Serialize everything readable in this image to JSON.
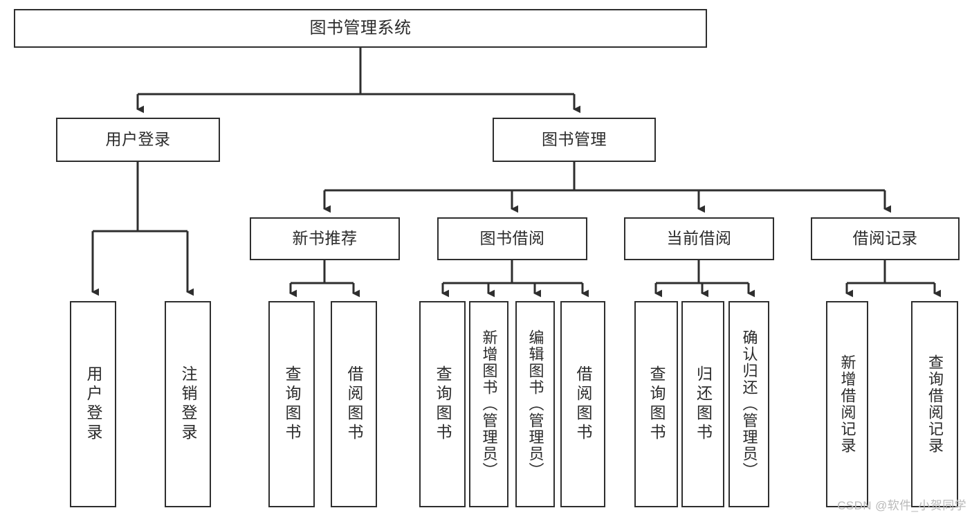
{
  "diagram": {
    "type": "hierarchy-tree",
    "title": "图书管理系统",
    "colors": {
      "background": "#ffffff",
      "box_border": "#2e2e2e",
      "box_fill": "#ffffff",
      "text": "#2b2b2b",
      "connector": "#2e2e2e",
      "watermark": "#b9b9b9"
    },
    "levels": [
      {
        "level": 0,
        "nodes": [
          {
            "id": "root",
            "label": "图书管理系统",
            "orientation": "horizontal"
          }
        ]
      },
      {
        "level": 1,
        "nodes": [
          {
            "id": "user-login",
            "label": "用户登录",
            "orientation": "horizontal"
          },
          {
            "id": "book-manage",
            "label": "图书管理",
            "orientation": "horizontal"
          }
        ]
      },
      {
        "level": 2,
        "nodes": [
          {
            "id": "new-book-rec",
            "label": "新书推荐",
            "orientation": "horizontal"
          },
          {
            "id": "book-borrow",
            "label": "图书借阅",
            "orientation": "horizontal"
          },
          {
            "id": "current-borrow",
            "label": "当前借阅",
            "orientation": "horizontal"
          },
          {
            "id": "borrow-record",
            "label": "借阅记录",
            "orientation": "horizontal"
          }
        ]
      },
      {
        "level": 3,
        "nodes": [
          {
            "id": "leaf-user-login",
            "label": "用户登录",
            "orientation": "vertical",
            "parent": "user-login"
          },
          {
            "id": "leaf-user-logout",
            "label": "注销登录",
            "orientation": "vertical",
            "parent": "user-login"
          },
          {
            "id": "leaf-query-book-1",
            "label": "查询图书",
            "orientation": "vertical",
            "parent": "new-book-rec"
          },
          {
            "id": "leaf-borrow-book-1",
            "label": "借阅图书",
            "orientation": "vertical",
            "parent": "new-book-rec"
          },
          {
            "id": "leaf-query-book-2",
            "label": "查询图书",
            "orientation": "vertical",
            "parent": "book-borrow"
          },
          {
            "id": "leaf-add-book",
            "label": "新增图书（管理员）",
            "orientation": "vertical",
            "parent": "book-borrow"
          },
          {
            "id": "leaf-edit-book",
            "label": "编辑图书（管理员）",
            "orientation": "vertical",
            "parent": "book-borrow"
          },
          {
            "id": "leaf-borrow-book-2",
            "label": "借阅图书",
            "orientation": "vertical",
            "parent": "book-borrow"
          },
          {
            "id": "leaf-query-book-3",
            "label": "查询图书",
            "orientation": "vertical",
            "parent": "current-borrow"
          },
          {
            "id": "leaf-return-book",
            "label": "归还图书",
            "orientation": "vertical",
            "parent": "current-borrow"
          },
          {
            "id": "leaf-confirm-return",
            "label": "确认归还（管理员）",
            "orientation": "vertical",
            "parent": "current-borrow"
          },
          {
            "id": "leaf-add-record",
            "label": "新增借阅记录",
            "orientation": "vertical",
            "parent": "borrow-record"
          },
          {
            "id": "leaf-query-record",
            "label": "查询借阅记录",
            "orientation": "vertical",
            "parent": "borrow-record"
          }
        ]
      }
    ]
  },
  "watermark": {
    "text": "CSDN @软件_小贺同学"
  }
}
